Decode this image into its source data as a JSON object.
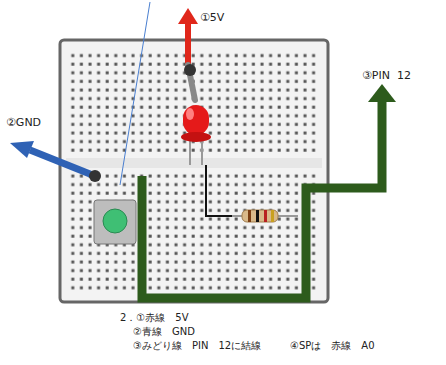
{
  "diagram": {
    "labels": [
      "①5V",
      "②GND",
      "③PIN  12",
      "2．①赤線　5V",
      "②青線　GND",
      "③みどり線　PIN　12に結線",
      "④SPは　赤線　A0"
    ]
  }
}
